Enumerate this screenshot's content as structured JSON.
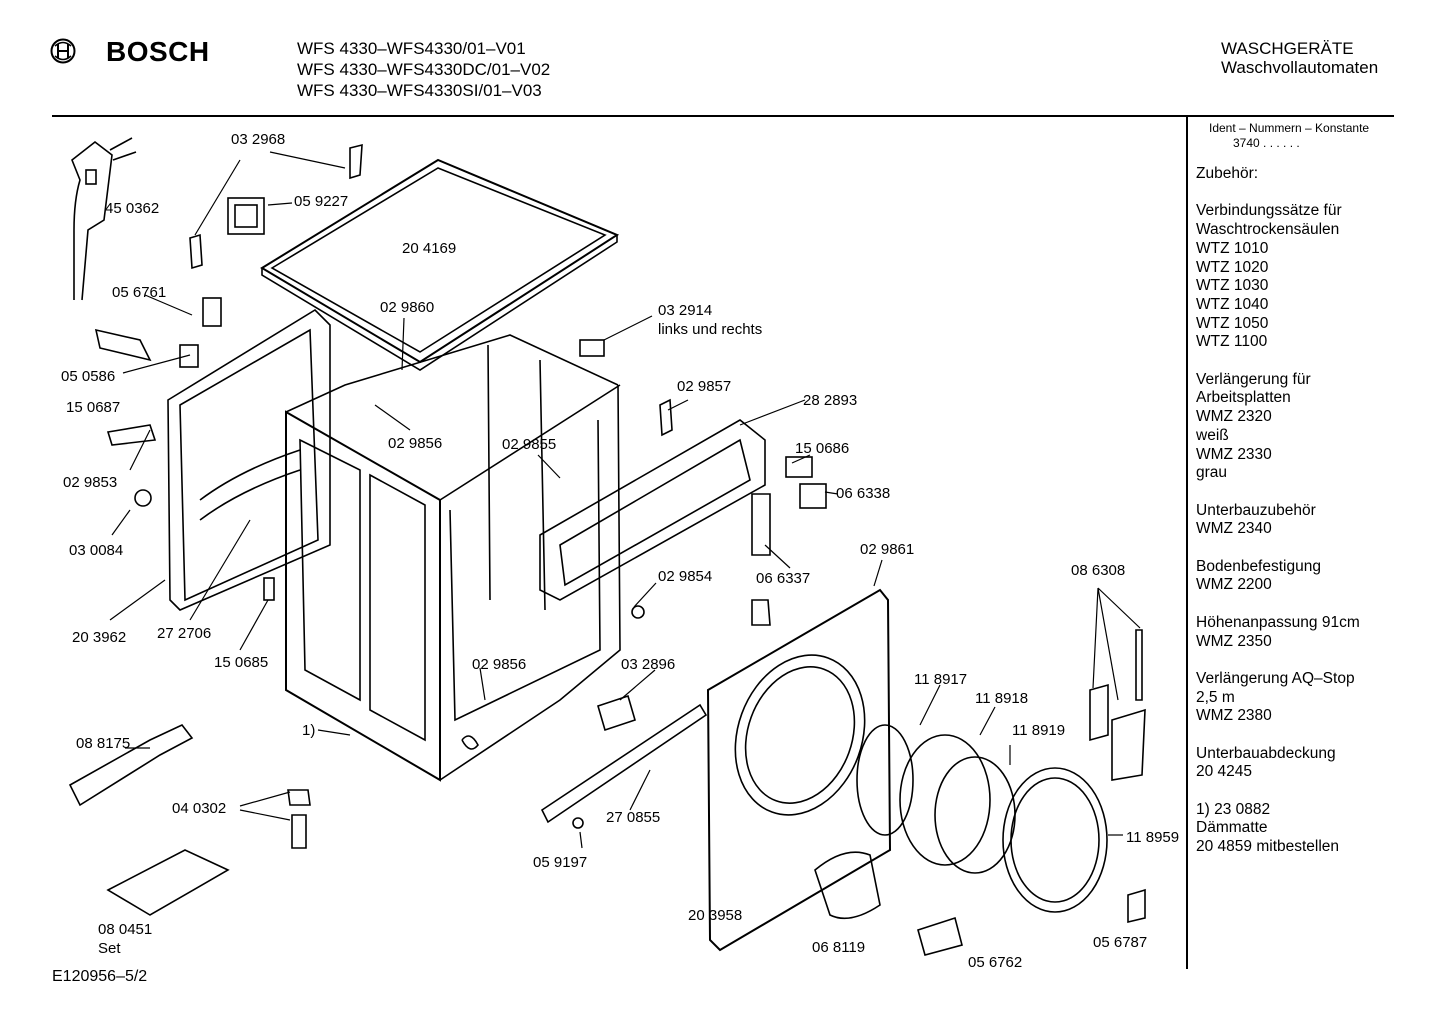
{
  "header": {
    "brand": "BOSCH",
    "models": [
      "WFS 4330–WFS4330/01–V01",
      "WFS 4330–WFS4330DC/01–V02",
      "WFS 4330–WFS4330SI/01–V03"
    ],
    "category": "WASCHGERÄTE",
    "subcategory": "Waschvollautomaten"
  },
  "sidebar": {
    "ident_title": "Ident – Nummern – Konstante",
    "ident_value": "3740  .  .   .  .  .  .",
    "lines": [
      "Zubehör:",
      "",
      "Verbindungssätze für",
      "Waschtrockensäulen",
      "WTZ 1010",
      "WTZ 1020",
      "WTZ 1030",
      "WTZ 1040",
      "WTZ 1050",
      "WTZ 1100",
      "",
      "Verlängerung für",
      "Arbeitsplatten",
      "WMZ 2320",
      "weiß",
      "WMZ 2330",
      "grau",
      "",
      "Unterbauzubehör",
      "WMZ 2340",
      "",
      "Bodenbefestigung",
      "WMZ 2200",
      "",
      "Höhenanpassung  91cm",
      "WMZ 2350",
      "",
      "Verlängerung AQ–Stop",
      "2,5 m",
      "WMZ 2380",
      "",
      "Unterbauabdeckung",
      "20 4245",
      "",
      "1)  23 0882",
      "      Dämmatte",
      "      20 4859 mitbestellen"
    ]
  },
  "parts": [
    {
      "id": "p1",
      "text": "03 2968"
    },
    {
      "id": "p2",
      "text": "45 0362"
    },
    {
      "id": "p3",
      "text": "05 9227"
    },
    {
      "id": "p4",
      "text": "20 4169"
    },
    {
      "id": "p5",
      "text": "05 6761"
    },
    {
      "id": "p6",
      "text": "02 9860"
    },
    {
      "id": "p7",
      "text": "03 2914"
    },
    {
      "id": "p8",
      "text": "links und rechts"
    },
    {
      "id": "p9",
      "text": "05 0586"
    },
    {
      "id": "p10",
      "text": "15 0687"
    },
    {
      "id": "p11",
      "text": "02 9857"
    },
    {
      "id": "p12",
      "text": "28 2893"
    },
    {
      "id": "p13",
      "text": "02 9856"
    },
    {
      "id": "p14",
      "text": "02 9855"
    },
    {
      "id": "p15",
      "text": "15 0686"
    },
    {
      "id": "p16",
      "text": "02 9853"
    },
    {
      "id": "p17",
      "text": "06 6338"
    },
    {
      "id": "p18",
      "text": "03 0084"
    },
    {
      "id": "p19",
      "text": "06 6337"
    },
    {
      "id": "p20",
      "text": "02 9861"
    },
    {
      "id": "p21",
      "text": "08 6308"
    },
    {
      "id": "p22",
      "text": "02 9854"
    },
    {
      "id": "p23",
      "text": "20 3962"
    },
    {
      "id": "p24",
      "text": "27 2706"
    },
    {
      "id": "p25",
      "text": "15 0685"
    },
    {
      "id": "p26",
      "text": "02 9856"
    },
    {
      "id": "p27",
      "text": "03 2896"
    },
    {
      "id": "p28",
      "text": "11 8917"
    },
    {
      "id": "p29",
      "text": "11 8918"
    },
    {
      "id": "p30",
      "text": "1)"
    },
    {
      "id": "p31",
      "text": "11 8919"
    },
    {
      "id": "p32",
      "text": "08 8175"
    },
    {
      "id": "p33",
      "text": "04 0302"
    },
    {
      "id": "p34",
      "text": "27 0855"
    },
    {
      "id": "p35",
      "text": "11 8959"
    },
    {
      "id": "p36",
      "text": "05 9197"
    },
    {
      "id": "p37",
      "text": "20 3958"
    },
    {
      "id": "p38",
      "text": "08  0451"
    },
    {
      "id": "p39",
      "text": "Set"
    },
    {
      "id": "p40",
      "text": "06 8119"
    },
    {
      "id": "p41",
      "text": "05 6787"
    },
    {
      "id": "p42",
      "text": "05 6762"
    }
  ],
  "footer": {
    "code": "E120956–5/2"
  }
}
